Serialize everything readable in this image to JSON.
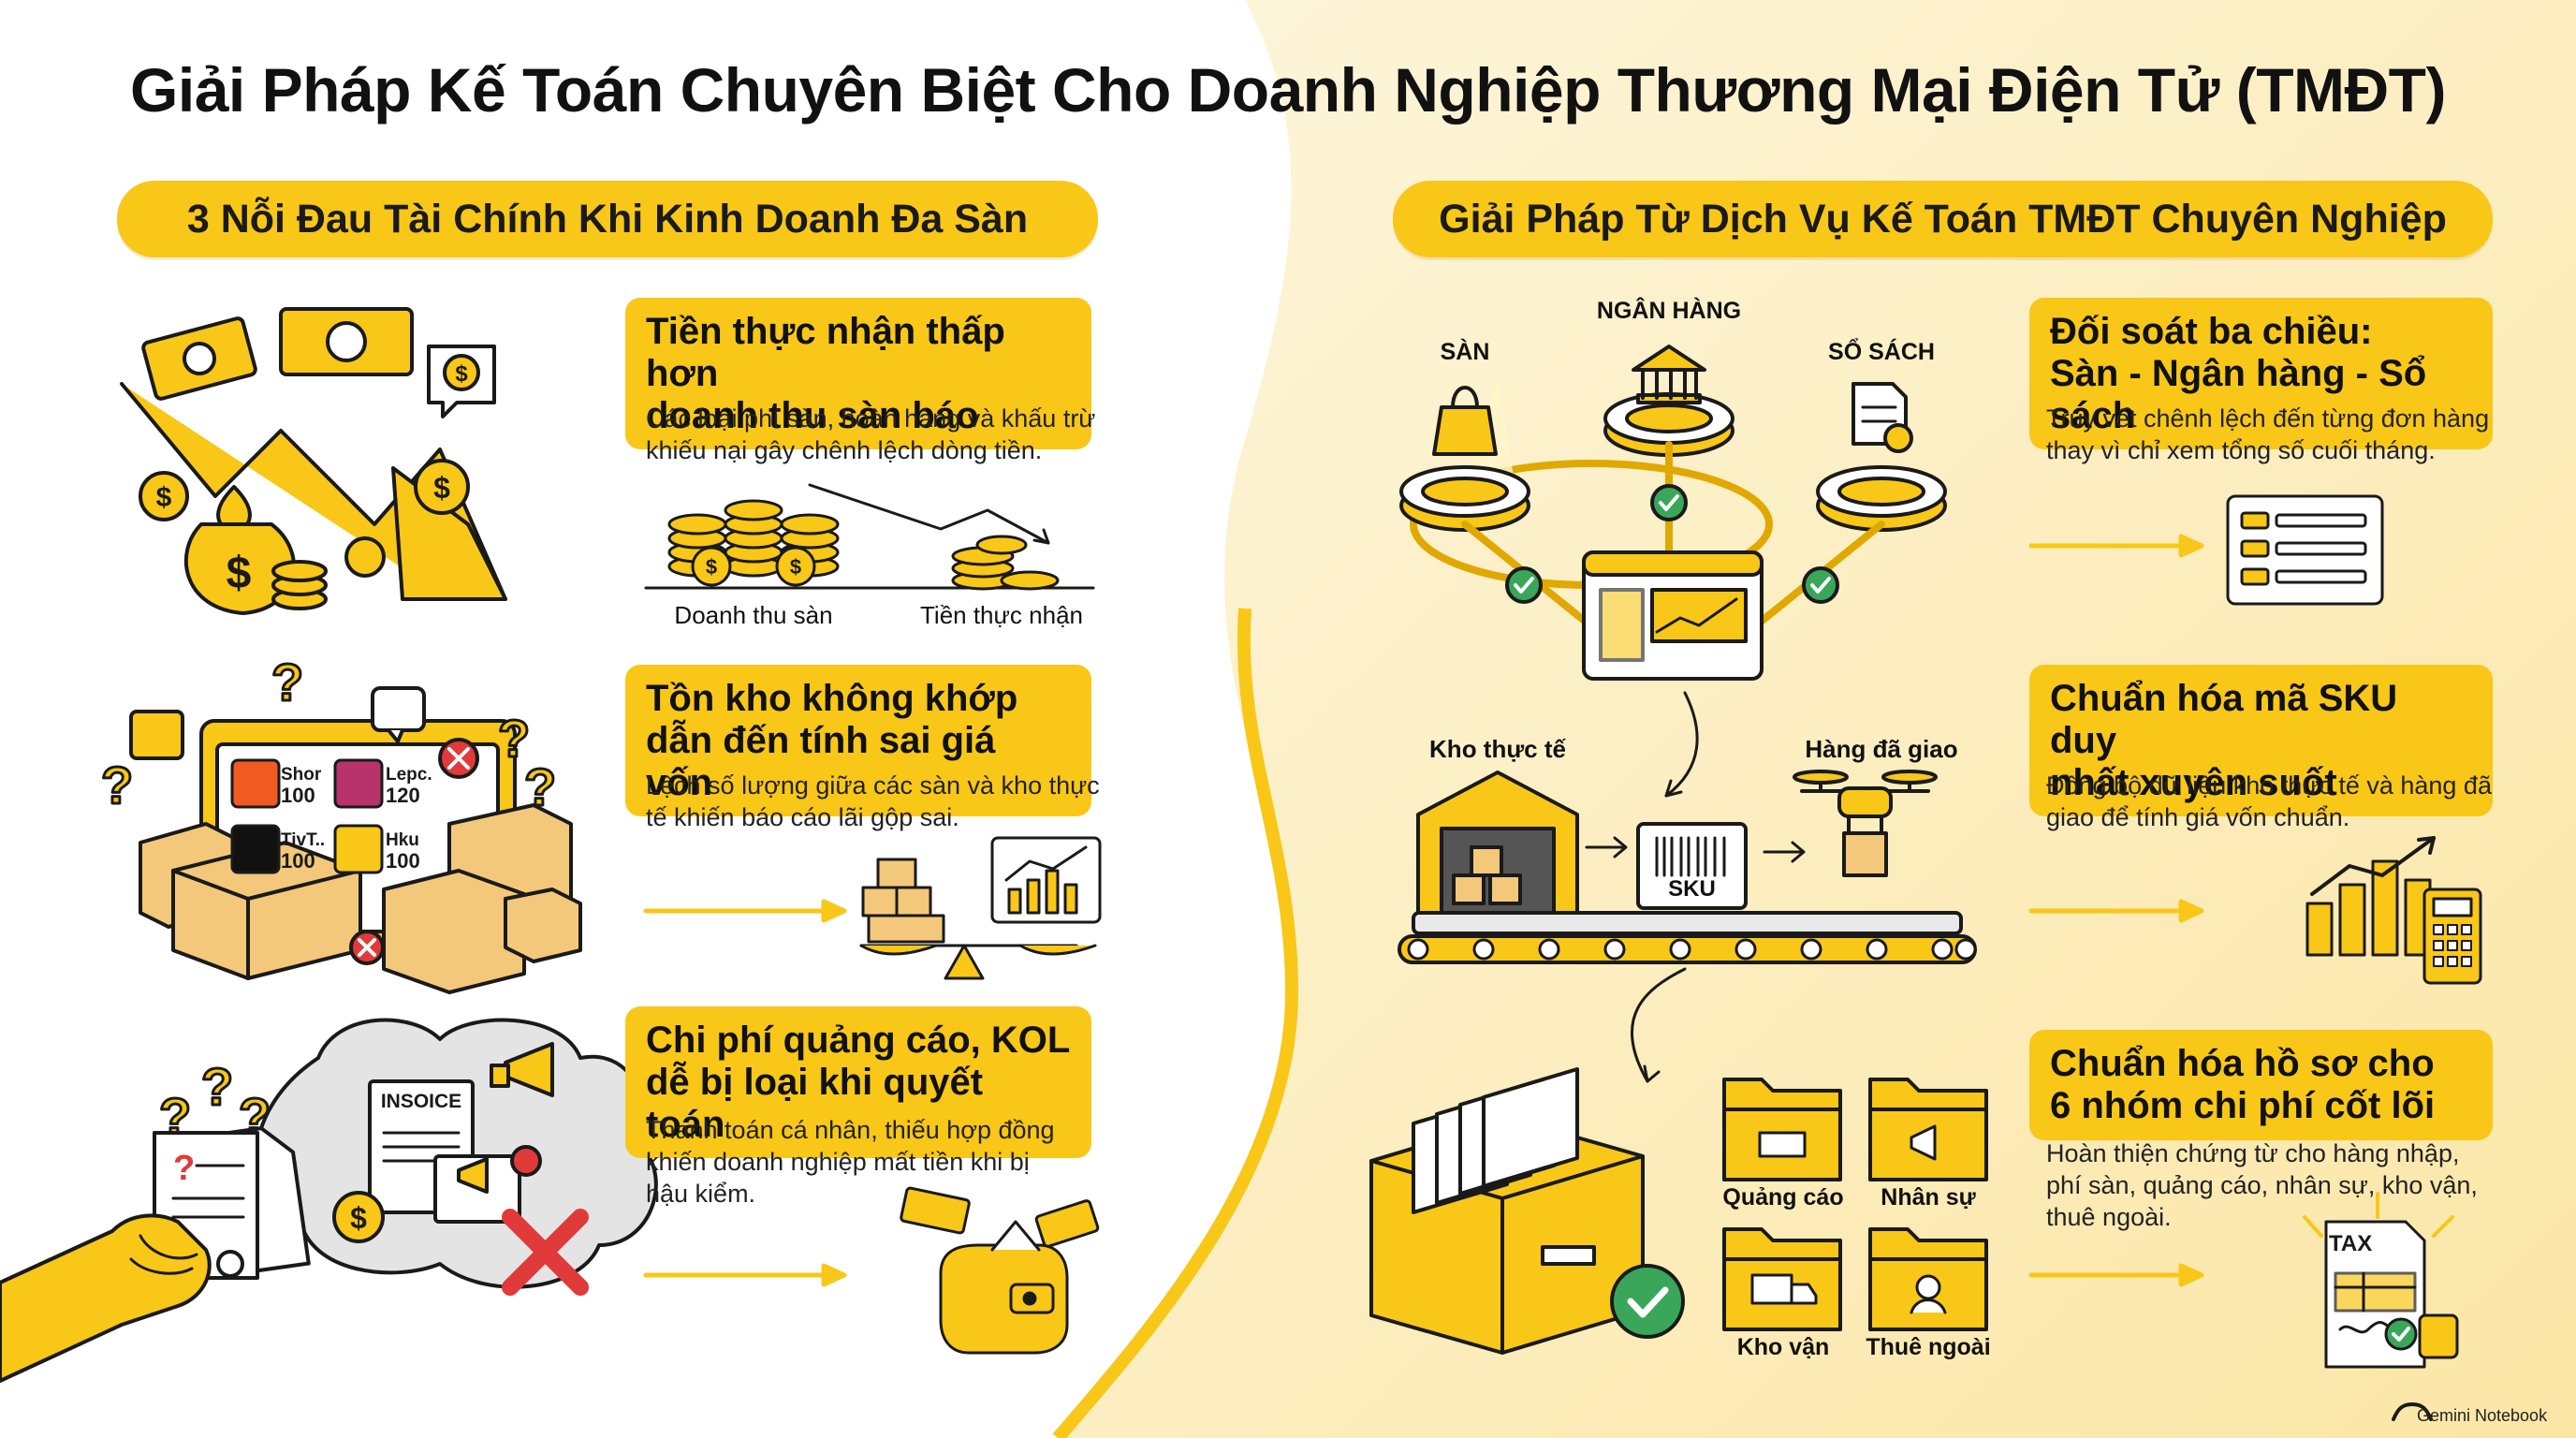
{
  "title": "Giải Pháp Kế Toán Chuyên Biệt Cho Doanh Nghiệp Thương Mại Điện Tử (TMĐT)",
  "left": {
    "header": "3 Nỗi Đau Tài Chính Khi Kinh Doanh Đa Sàn",
    "items": [
      {
        "title": "Tiền thực nhận thấp hơn\ndoanh thu sàn báo",
        "desc": "Các loại phí sàn, hoàn hàng và khấu trừ\nkhiếu nại gây chênh lệch dòng tiền."
      },
      {
        "title": "Tồn kho không khớp\ndẫn đến tính sai giá vốn",
        "desc": "Lệch số lượng giữa các sàn và kho thực\ntế khiến báo cáo lãi gộp sai."
      },
      {
        "title": "Chi phí quảng cáo, KOL\ndễ bị loại khi quyết toán",
        "desc": "Thanh toán cá nhân, thiếu hợp đồng\nkhiến doanh nghiệp mất tiền khi bị\nhậu kiểm."
      }
    ],
    "chart_labels": {
      "revenue": "Doanh thu sàn",
      "received": "Tiền thực nhận"
    },
    "platforms": [
      {
        "name": "Shor",
        "count": "100"
      },
      {
        "name": "Lepc.",
        "count": "120"
      },
      {
        "name": "TivT..",
        "count": "100"
      },
      {
        "name": "Hku",
        "count": "100"
      }
    ],
    "invoice_label": "INSOICE"
  },
  "right": {
    "header": "Giải Pháp Từ Dịch Vụ Kế Toán TMĐT Chuyên Nghiệp",
    "items": [
      {
        "title": "Đối soát ba chiều:\nSàn - Ngân hàng - Sổ sách",
        "desc": "Truy vết chênh lệch đến từng đơn hàng\nthay vì chỉ xem tổng số cuối tháng."
      },
      {
        "title": "Chuẩn hóa mã SKU duy\nnhất xuyên suốt",
        "desc": "Đồng bộ dữ liệu kho thực tế và hàng đã\ngiao để tính giá vốn chuẩn."
      },
      {
        "title": "Chuẩn hóa hồ sơ cho\n6 nhóm chi phí cốt lõi",
        "desc": "Hoàn thiện chứng từ cho hàng nhập,\nphí sàn, quảng cáo, nhân sự, kho vận,\nthuê ngoài."
      }
    ],
    "recon_labels": {
      "san": "SÀN",
      "bank": "NGÂN HÀNG",
      "books": "SỔ SÁCH"
    },
    "sku_labels": {
      "warehouse": "Kho thực tế",
      "delivered": "Hàng đã giao",
      "sku": "SKU"
    },
    "folders": [
      "Quảng cáo",
      "Nhân sự",
      "Kho vận",
      "Thuê ngoài"
    ],
    "tax_label": "TAX"
  },
  "footer": "Gemini Notebook",
  "colors": {
    "accent": "#f8c718",
    "accent_dark": "#e0a800",
    "cream": "#fdf0c4",
    "success": "#3aa65a",
    "danger": "#e03a3a"
  }
}
